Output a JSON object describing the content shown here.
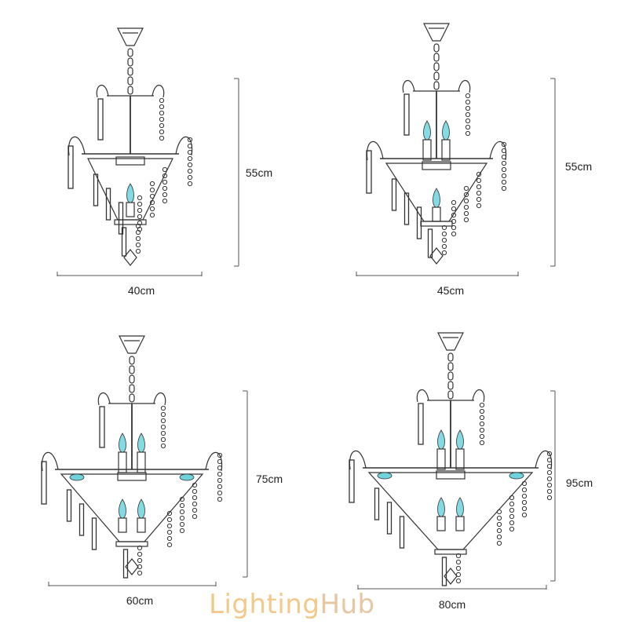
{
  "brand": {
    "part1": "Lighting",
    "part2": "Hub",
    "color1": "#f3c98a",
    "color2": "#e6c7a2"
  },
  "colors": {
    "line": "#333333",
    "bulb": "#6fd3de",
    "dim": "#555555"
  },
  "variants": [
    {
      "name": "variant-1",
      "width_label": "40cm",
      "height_label": "55cm",
      "upper_bulbs": 0,
      "lower_bulbs": 1,
      "side_bulbs": 0
    },
    {
      "name": "variant-2",
      "width_label": "45cm",
      "height_label": "55cm",
      "upper_bulbs": 2,
      "lower_bulbs": 1,
      "side_bulbs": 0
    },
    {
      "name": "variant-3",
      "width_label": "60cm",
      "height_label": "75cm",
      "upper_bulbs": 2,
      "lower_bulbs": 2,
      "side_bulbs": 2
    },
    {
      "name": "variant-4",
      "width_label": "80cm",
      "height_label": "95cm",
      "upper_bulbs": 2,
      "lower_bulbs": 2,
      "side_bulbs": 2
    }
  ]
}
